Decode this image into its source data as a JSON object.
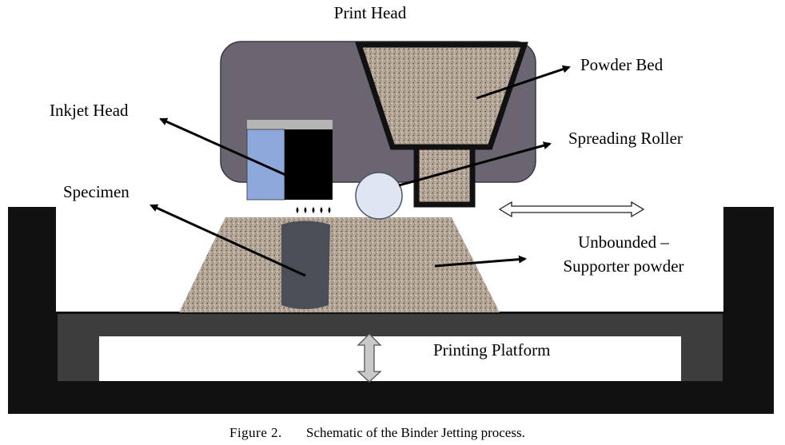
{
  "labels": {
    "print_head": "Print Head",
    "powder_bed": "Powder Bed",
    "inkjet_head": "Inkjet Head",
    "spreading_roller": "Spreading Roller",
    "specimen": "Specimen",
    "unbounded_line1": "Unbounded –",
    "unbounded_line2": "Supporter powder",
    "printing_platform": "Printing Platform"
  },
  "caption": {
    "figure_label": "Figure 2.",
    "text": "Schematic of the Binder Jetting process."
  },
  "colors": {
    "print_head_body": "#6b6572",
    "frame": "#111111",
    "platform": "#3d3d3d",
    "inkjet_blue": "#8ea8dc",
    "powder_base": "#a89888",
    "specimen": "#4a4f57",
    "roller": "#dfe6f2"
  }
}
